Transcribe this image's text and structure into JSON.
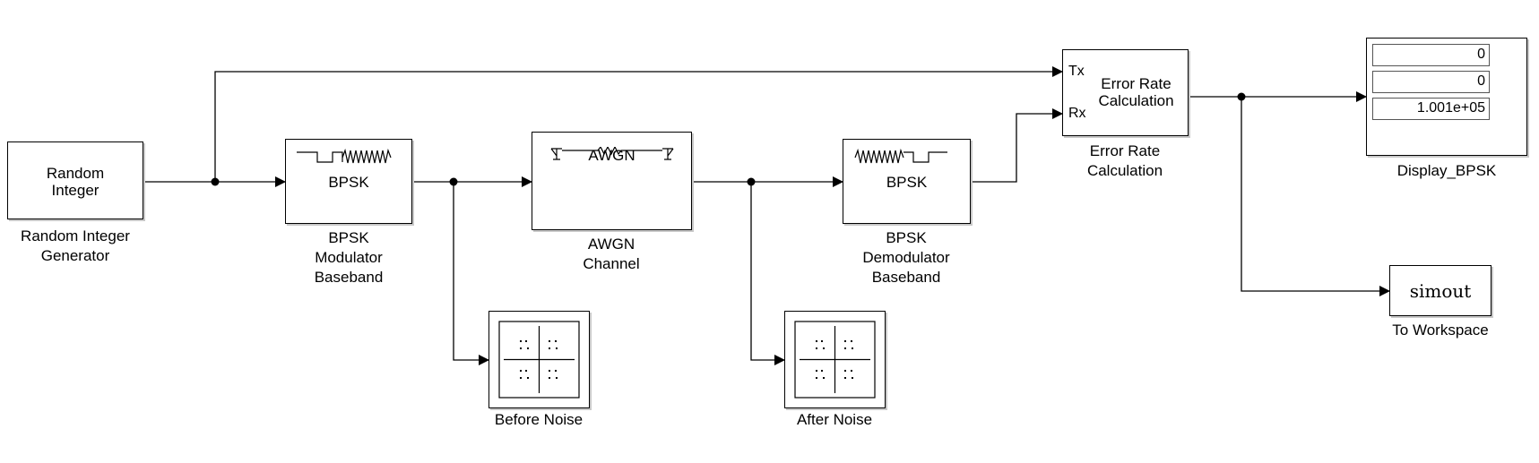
{
  "blocks": {
    "random_integer": {
      "text": "Random\nInteger",
      "caption": "Random Integer\nGenerator"
    },
    "bpsk_mod": {
      "text": "BPSK",
      "caption": "BPSK\nModulator\nBaseband"
    },
    "awgn": {
      "text": "AWGN",
      "caption": "AWGN\nChannel"
    },
    "bpsk_demod": {
      "text": "BPSK",
      "caption": "BPSK\nDemodulator\nBaseband"
    },
    "error_rate": {
      "text": "Error Rate\nCalculation",
      "caption": "Error Rate\nCalculation",
      "port_tx": "Tx",
      "port_rx": "Rx"
    },
    "display": {
      "caption": "Display_BPSK",
      "values": [
        "0",
        "0",
        "1.001e+05"
      ]
    },
    "to_workspace": {
      "text": "simout",
      "caption": "To Workspace"
    },
    "before_noise": {
      "caption": "Before Noise"
    },
    "after_noise": {
      "caption": "After Noise"
    }
  }
}
